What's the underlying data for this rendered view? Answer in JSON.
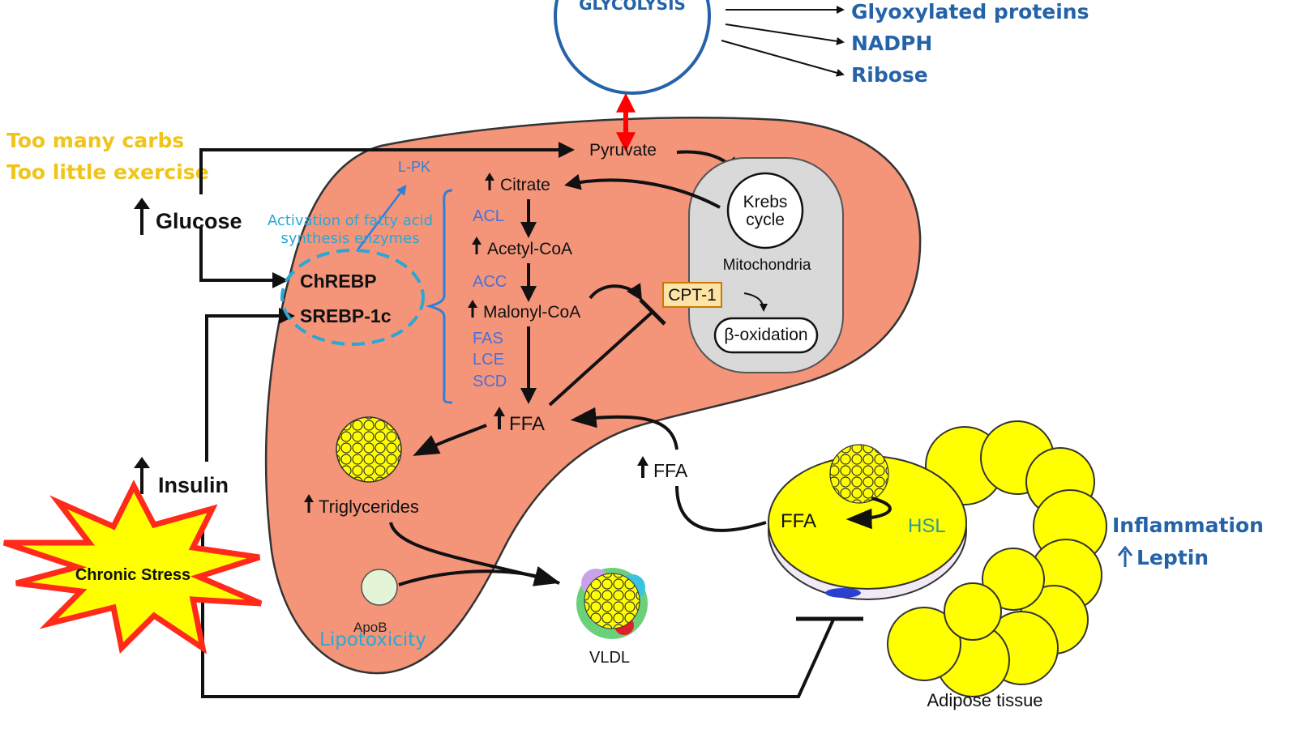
{
  "glycolysis": {
    "label": "GLYCOLYSIS",
    "outputs": [
      "Glyoxylated proteins",
      "NADPH",
      "Ribose"
    ]
  },
  "causes": {
    "line1": "Too many carbs",
    "line2": "Too little exercise"
  },
  "inputs": {
    "glucose": "Glucose",
    "insulin": "Insulin",
    "stress": "Chronic Stress"
  },
  "liver": {
    "pyruvate": "Pyruvate",
    "lpk": "L-PK",
    "activation": {
      "line1": "Activation of fatty acid",
      "line2": "synthesis enzymes"
    },
    "chrebp": "ChREBP",
    "srebp": "SREBP-1c",
    "pathway": [
      "Citrate",
      "Acetyl-CoA",
      "Malonyl-CoA",
      "FFA"
    ],
    "enzymes": [
      "ACL",
      "ACC",
      "FAS",
      "LCE",
      "SCD"
    ],
    "krebs": {
      "line1": "Krebs",
      "line2": "cycle"
    },
    "mitochondria": "Mitochondria",
    "cpt1": "CPT-1",
    "beta_ox": "β-oxidation",
    "triglycerides": "Triglycerides",
    "apob": "ApoB",
    "lipotoxicity": "Lipotoxicity",
    "vldl": "VLDL"
  },
  "adipose": {
    "ffa_out": "FFA",
    "ffa_in": "FFA",
    "hsl": "HSL",
    "label": "Adipose tissue",
    "effects": [
      "Inflammation",
      "Leptin"
    ]
  },
  "colors": {
    "liver": "#f4957a",
    "fat": "#ffff00",
    "accent_blue": "#2563a8",
    "cause_yellow": "#f0c419",
    "enzyme_blue": "#4a6fd8",
    "cyan": "#2aa7d6",
    "red_arrow": "#ff0000"
  },
  "icons": [
    "up-arrow-icon",
    "starburst-icon",
    "fat-droplet-icon"
  ]
}
